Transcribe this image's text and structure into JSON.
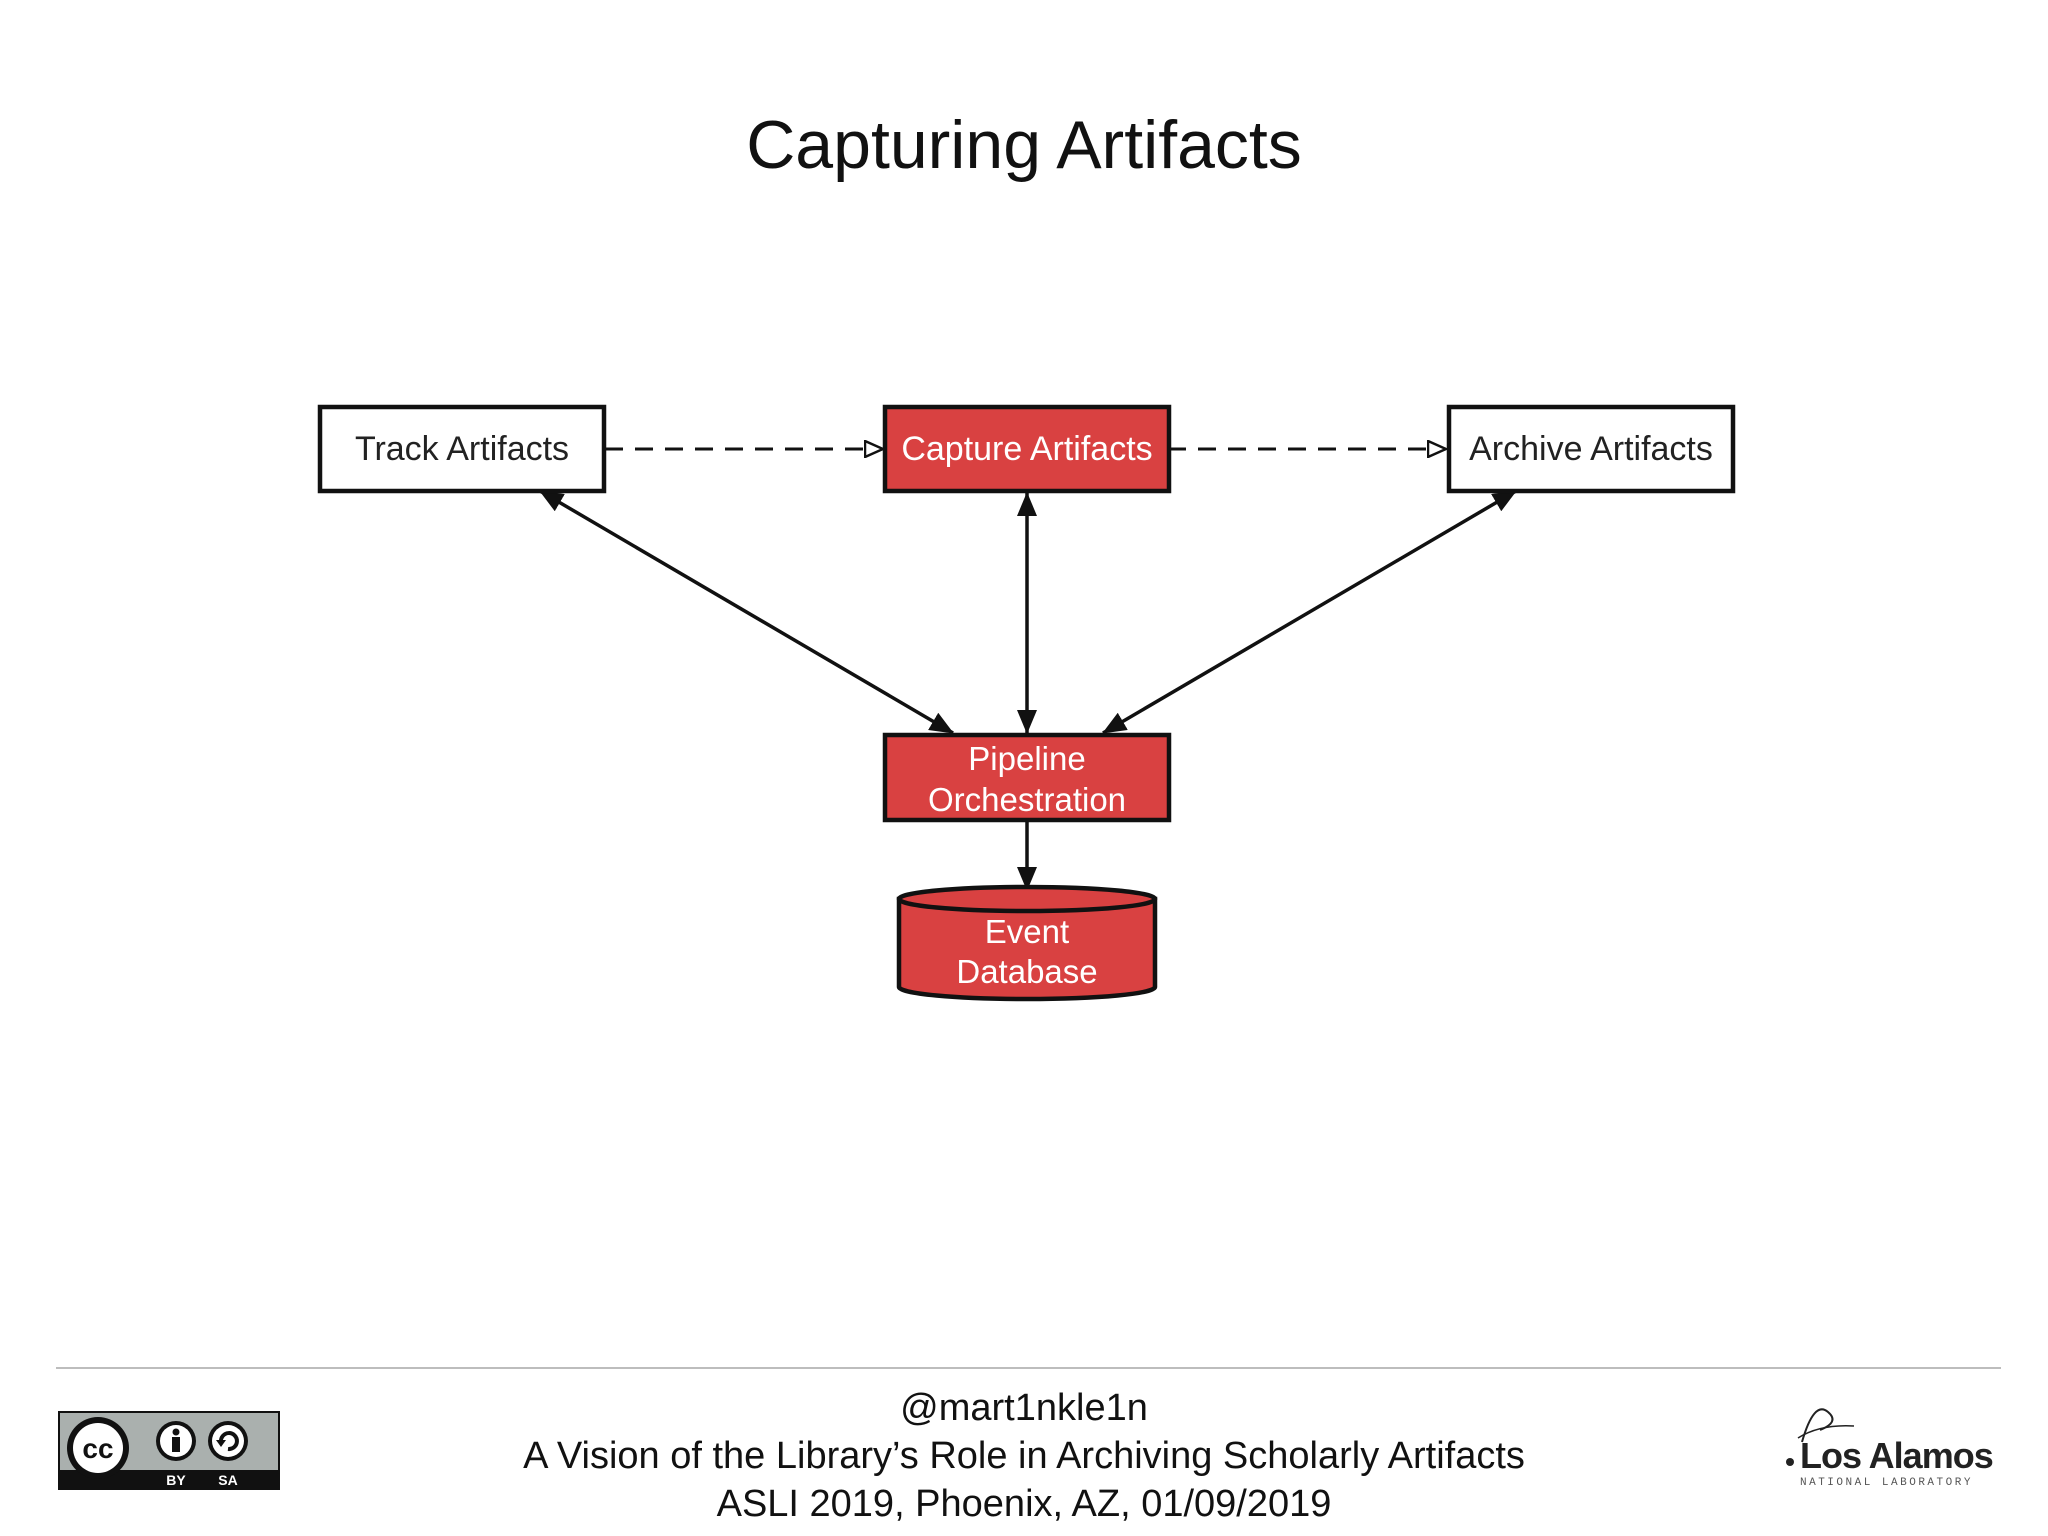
{
  "slide": {
    "title": "Capturing Artifacts"
  },
  "diagram": {
    "nodes": {
      "track": "Track Artifacts",
      "capture": "Capture Artifacts",
      "archive": "Archive Artifacts",
      "pipeline_line1": "Pipeline",
      "pipeline_line2": "Orchestration",
      "database_line1": "Event",
      "database_line2": "Database"
    },
    "edges": [
      {
        "from": "Track Artifacts",
        "to": "Capture Artifacts",
        "style": "dashed",
        "direction": "one-way"
      },
      {
        "from": "Capture Artifacts",
        "to": "Archive Artifacts",
        "style": "dashed",
        "direction": "one-way"
      },
      {
        "from": "Track Artifacts",
        "to": "Pipeline Orchestration",
        "style": "solid",
        "direction": "two-way"
      },
      {
        "from": "Capture Artifacts",
        "to": "Pipeline Orchestration",
        "style": "solid",
        "direction": "two-way"
      },
      {
        "from": "Archive Artifacts",
        "to": "Pipeline Orchestration",
        "style": "solid",
        "direction": "two-way"
      },
      {
        "from": "Pipeline Orchestration",
        "to": "Event Database",
        "style": "solid",
        "direction": "one-way"
      }
    ],
    "colors": {
      "highlight_fill": "#d94141",
      "highlight_text": "#ffffff",
      "plain_fill": "#ffffff",
      "outline": "#111111",
      "plain_text": "#222222"
    }
  },
  "footer": {
    "handle": "@mart1nkle1n",
    "talk_title": "A Vision of the Library’s Role in Archiving Scholarly Artifacts",
    "event": "ASLI 2019, Phoenix, AZ, 01/09/2019",
    "license_badge": {
      "icon": "creative-commons-by-sa-icon",
      "cc_text": "cc",
      "by_text": "BY",
      "sa_text": "SA"
    },
    "logo": {
      "icon": "los-alamos-logo",
      "name": "Los Alamos",
      "subtitle": "NATIONAL LABORATORY"
    }
  }
}
